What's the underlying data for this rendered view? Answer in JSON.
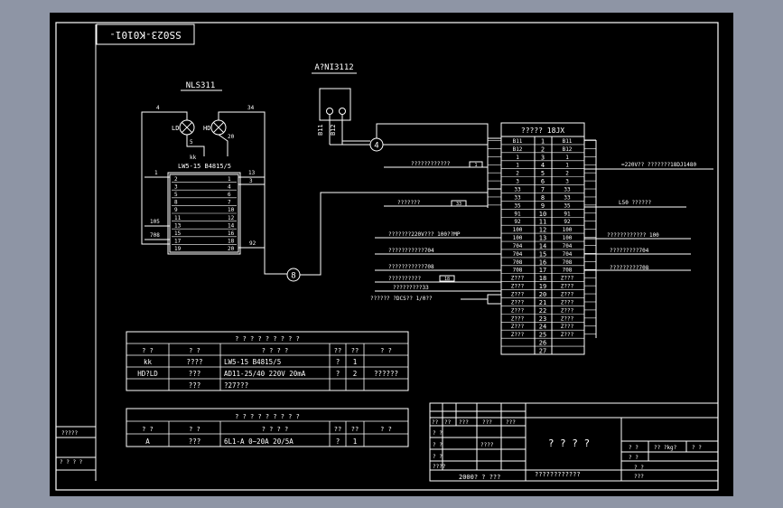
{
  "drawing": {
    "drawing_number": "SS023-K0101-",
    "device_top": "A?NI3112",
    "terminals_top": [
      "B11",
      "B12"
    ],
    "bubble_top": "4",
    "nls": {
      "title": "NLS311",
      "lamp_left": "LD",
      "lamp_right": "HD",
      "wire_4": "4",
      "wire_34": "34",
      "wire_5": "5",
      "wire_20": "20",
      "wire_1": "1",
      "wire_13": "13",
      "wire_3": "3",
      "wire_105": "105",
      "wire_708": "708",
      "wire_92": "92",
      "switch_tag": "kk",
      "switch_model": "LW5-15  B4815/5",
      "switch_rows": [
        [
          "2",
          "1"
        ],
        [
          "3",
          "4"
        ],
        [
          "5",
          "6"
        ],
        [
          "8",
          "7"
        ],
        [
          "9",
          "10"
        ],
        [
          "11",
          "12"
        ],
        [
          "13",
          "14"
        ],
        [
          "15",
          "16"
        ],
        [
          "17",
          "18"
        ],
        [
          "19",
          "20"
        ]
      ]
    },
    "bubble_bottom": "8",
    "strip": {
      "title": "????? 18JX",
      "rows": [
        {
          "l": "B11",
          "n": "1",
          "r": "B11"
        },
        {
          "l": "B12",
          "n": "2",
          "r": "B12"
        },
        {
          "l": "1",
          "n": "3",
          "r": "1"
        },
        {
          "l": "1",
          "n": "4",
          "r": "1"
        },
        {
          "l": "2",
          "n": "5",
          "r": "2"
        },
        {
          "l": "3",
          "n": "6",
          "r": "3"
        },
        {
          "l": "33",
          "n": "7",
          "r": "33"
        },
        {
          "l": "33",
          "n": "8",
          "r": "33"
        },
        {
          "l": "35",
          "n": "9",
          "r": "35"
        },
        {
          "l": "91",
          "n": "10",
          "r": "91"
        },
        {
          "l": "92",
          "n": "11",
          "r": "92"
        },
        {
          "l": "100",
          "n": "12",
          "r": "100"
        },
        {
          "l": "100",
          "n": "13",
          "r": "100"
        },
        {
          "l": "704",
          "n": "14",
          "r": "704"
        },
        {
          "l": "704",
          "n": "15",
          "r": "704"
        },
        {
          "l": "708",
          "n": "16",
          "r": "708"
        },
        {
          "l": "708",
          "n": "17",
          "r": "708"
        },
        {
          "l": "Z???",
          "n": "18",
          "r": "Z???"
        },
        {
          "l": "Z???",
          "n": "19",
          "r": "Z???"
        },
        {
          "l": "Z???",
          "n": "20",
          "r": "Z???"
        },
        {
          "l": "Z???",
          "n": "21",
          "r": "Z???"
        },
        {
          "l": "Z???",
          "n": "22",
          "r": "Z???"
        },
        {
          "l": "Z???",
          "n": "23",
          "r": "Z???"
        },
        {
          "l": "Z???",
          "n": "24",
          "r": "Z???"
        },
        {
          "l": "Z???",
          "n": "25",
          "r": "Z???"
        },
        {
          "l": "",
          "n": "26",
          "r": ""
        },
        {
          "l": "",
          "n": "27",
          "r": ""
        }
      ]
    },
    "left_signals": [
      {
        "text": "????????????",
        "box": "1"
      },
      {
        "text": "???????",
        "box": "33"
      },
      {
        "text": "???????220V???  100??MP",
        "box": ""
      },
      {
        "text": "???????????704",
        "box": ""
      },
      {
        "text": "???????????708",
        "box": ""
      },
      {
        "text": "??????????",
        "box": "18"
      },
      {
        "text": "?????????33",
        "box": ""
      },
      {
        "text": "??????  ?DCS?? 1/0??",
        "box": ""
      }
    ],
    "right_signals": [
      "=220V??  ???????18DJ1480",
      "L50  ??????",
      "???????????? 100",
      "?????????704",
      "?????????708"
    ],
    "materials": {
      "title": "? ? ? ? ? ? ? ? ?",
      "headers": [
        "? ?",
        "? ?",
        "? ? ? ?",
        "??",
        "??",
        "? ?"
      ],
      "rows": [
        [
          "kk",
          "????",
          "LW5-15  B4815/5",
          "?",
          "1",
          ""
        ],
        [
          "HD?LD",
          "???",
          "AD11-25/40  220V  20mA",
          "?",
          "2",
          "??????"
        ],
        [
          "",
          "???",
          "?27???",
          "",
          "",
          ""
        ]
      ]
    },
    "materials2": {
      "title": "? ? ? ? ? ? ? ? ?",
      "headers": [
        "? ?",
        "? ?",
        "? ? ? ?",
        "??",
        "??",
        "? ?"
      ],
      "rows": [
        [
          "A",
          "???",
          "6L1-A  0~20A  20/5A",
          "?",
          "1",
          ""
        ]
      ]
    },
    "left_margin": [
      "?????",
      "? ?  ? ?"
    ],
    "title_block": {
      "mini_headers": [
        "??",
        "??",
        "???",
        "???",
        "???"
      ],
      "sign_rows": [
        "? ?",
        "? ?",
        "? ?",
        "????"
      ],
      "sign_value": "????",
      "date_text": "2000?   ?   ???",
      "main_title": "? ? ? ?",
      "subtitle": "????????????",
      "scale_labels": [
        "? ?",
        "??  ?kg?",
        "? ?"
      ],
      "info": [
        "? ?",
        "? ?",
        "???"
      ]
    }
  }
}
